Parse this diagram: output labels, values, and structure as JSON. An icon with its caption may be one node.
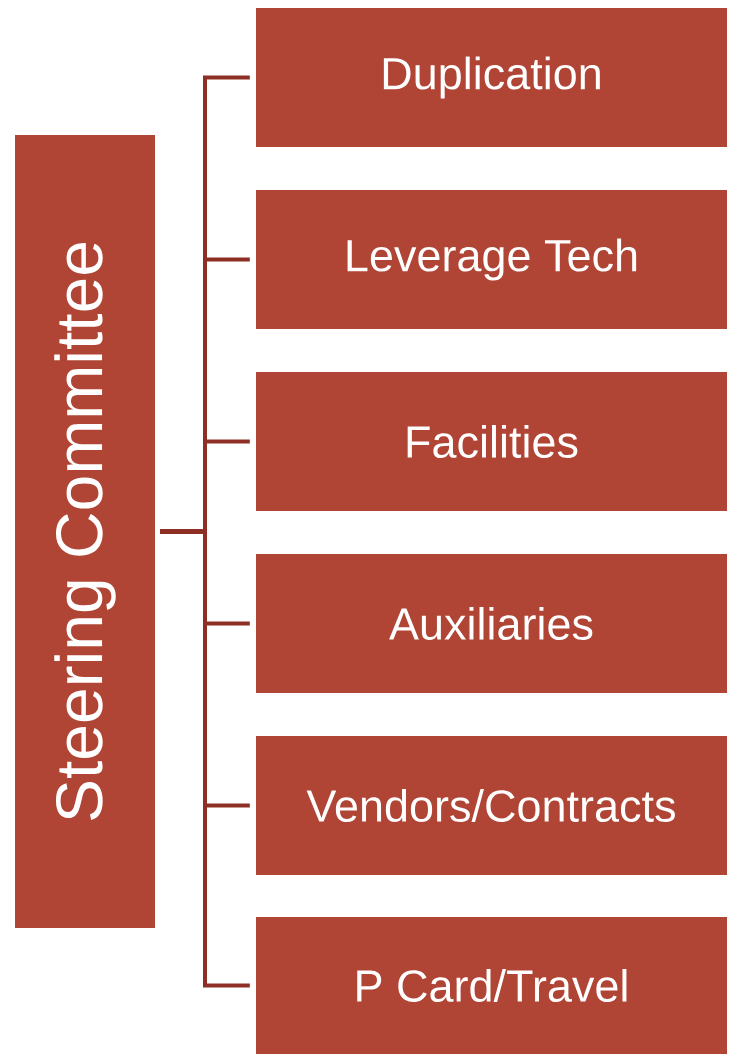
{
  "diagram": {
    "nodes": [
      {
        "text": [
          "Steering Committee"
        ]
      },
      {
        "text": [
          "Duplication"
        ]
      },
      {
        "text": [
          "Leverage Tech"
        ]
      },
      {
        "text": [
          "Facilities"
        ]
      },
      {
        "text": [
          "Auxiliaries"
        ]
      },
      {
        "text": [
          "Vendors/Contracts"
        ]
      },
      {
        "text": [
          "P Card/Travel"
        ]
      }
    ],
    "edges": [
      {
        "from": 0,
        "to": 1,
        "arrow": "none"
      },
      {
        "from": 0,
        "to": 2,
        "arrow": "none"
      },
      {
        "from": 0,
        "to": 3,
        "arrow": "none"
      },
      {
        "from": 0,
        "to": 4,
        "arrow": "none"
      },
      {
        "from": 0,
        "to": 5,
        "arrow": "none"
      },
      {
        "from": 0,
        "to": 6,
        "arrow": "none"
      }
    ]
  }
}
